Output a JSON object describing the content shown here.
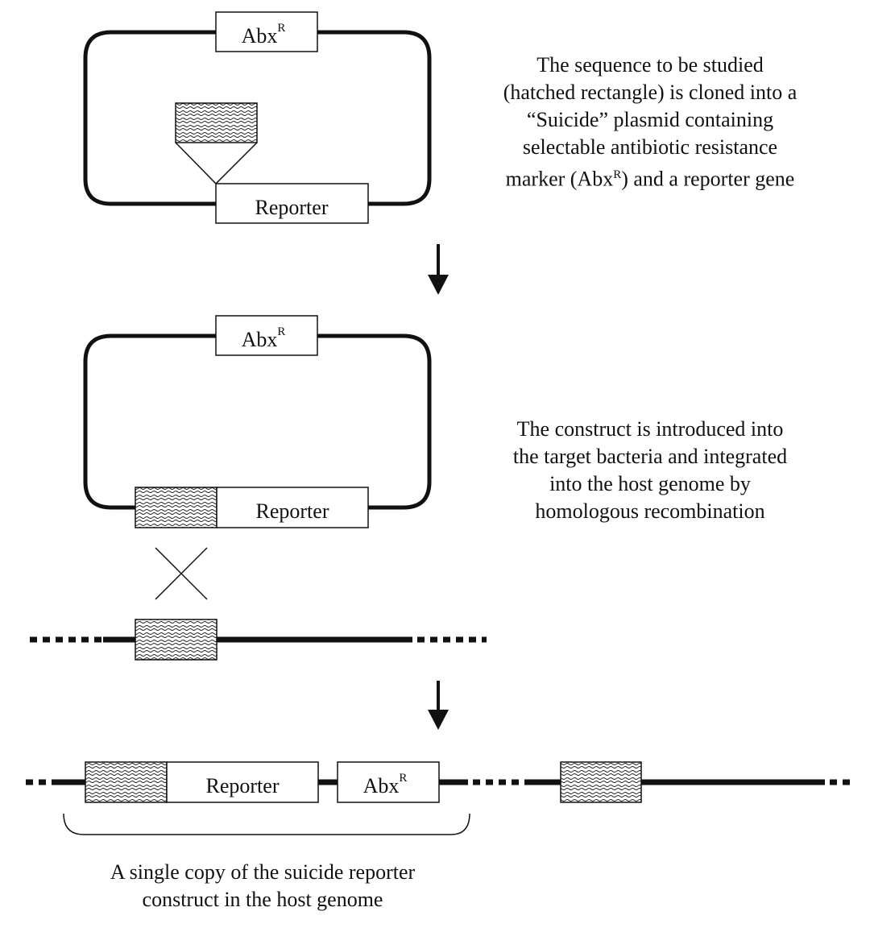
{
  "labels": {
    "abx": "Abx",
    "abx_sup": "R",
    "reporter": "Reporter"
  },
  "captions": {
    "step1": [
      "The sequence to be studied",
      "(hatched rectangle) is cloned into a",
      "“Suicide” plasmid containing",
      "selectable antibiotic resistance"
    ],
    "step1_last": {
      "before": "marker (Abx",
      "sup": "R",
      "after": ") and a reporter gene"
    },
    "step2": [
      "The construct is introduced into",
      "the target bacteria and integrated",
      "into the host genome by",
      "homologous recombination"
    ],
    "step3": [
      "A single copy of the suicide reporter",
      "construct in the host genome"
    ]
  },
  "colors": {
    "line": "#111111",
    "fill": "#ffffff"
  }
}
